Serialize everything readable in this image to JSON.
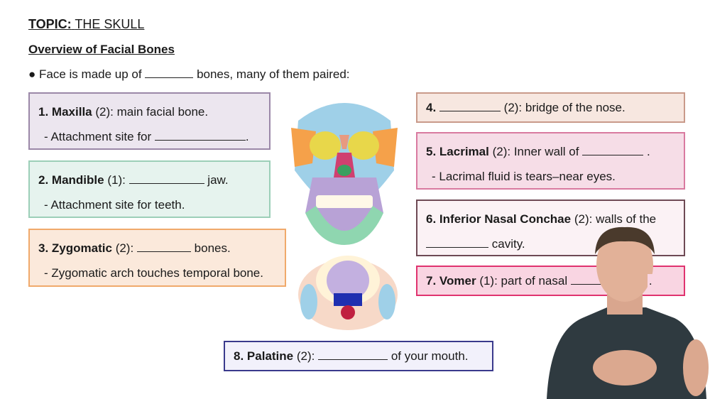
{
  "header": {
    "topic_label": "TOPIC:",
    "topic": "THE SKULL",
    "subtitle": "Overview of Facial Bones"
  },
  "intro": {
    "bullet": "●",
    "pre": "Face is made up of",
    "post": "bones, many of them paired:"
  },
  "boxes": [
    {
      "num": "1.",
      "name": "Maxilla",
      "count": "(2):",
      "line1_post": "main facial bone.",
      "line2_pre": "- Attachment site for",
      "line2_post": ".",
      "color": "#9b88a8",
      "bg": "#ece6ef"
    },
    {
      "num": "2.",
      "name": "Mandible",
      "count": "(1):",
      "line1_post": "jaw.",
      "line2_pre": "- Attachment site for teeth.",
      "color": "#9ccfb8",
      "bg": "#e6f3ee"
    },
    {
      "num": "3.",
      "name": "Zygomatic",
      "count": "(2):",
      "line1_post": "bones.",
      "line2_pre": "- Zygomatic arch touches temporal bone.",
      "color": "#f0a96b",
      "bg": "#fbe9db"
    },
    {
      "num": "4.",
      "count": "(2): bridge of the nose.",
      "color": "#c99a8a",
      "bg": "#f7e7e0"
    },
    {
      "num": "5.",
      "name": "Lacrimal",
      "count": "(2):",
      "line1_post": "Inner wall of",
      "line1_end": ".",
      "line2_pre": "- Lacrimal fluid is tears–near eyes.",
      "color": "#d97aa0",
      "bg": "#f6dde7"
    },
    {
      "num": "6.",
      "name": "Inferior Nasal Conchae",
      "count": "(2):",
      "line1_post": "walls of the",
      "line2_post": "cavity.",
      "color": "#6e4a55",
      "bg": "#fbf2f5"
    },
    {
      "num": "7.",
      "name": "Vomer",
      "count": "(1):",
      "line1_post": "part of nasal",
      "line1_end": ".",
      "color": "#e0336f",
      "bg": "#f9d5e2"
    },
    {
      "num": "8.",
      "name": "Palatine",
      "count": "(2):",
      "line1_post": "of your mouth.",
      "color": "#3a3a8c",
      "bg": "#f2f1fb"
    }
  ]
}
